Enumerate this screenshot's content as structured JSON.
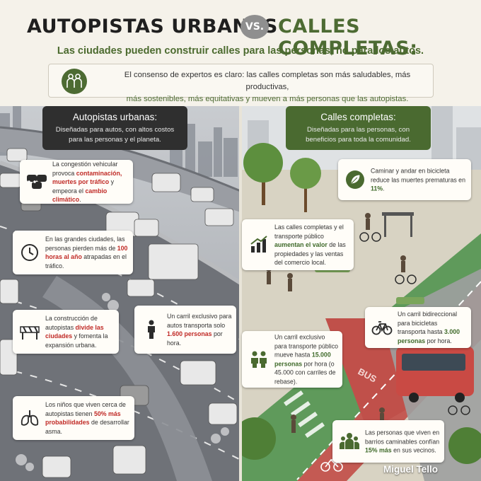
{
  "header": {
    "title_left": "AUTOPISTAS URBANAS",
    "vs": "VS.",
    "title_right": "CALLES COMPLETAS:",
    "subtitle": "Las ciudades pueden construir calles para las personas, no para los autos.",
    "consensus_icon": "people-icon",
    "consensus_text_1": "El consenso de expertos es claro: las calles completas son más saludables, más productivas,",
    "consensus_text_2": "más sostenibles, más equitativas y mueven a más personas que las autopistas."
  },
  "left": {
    "title": "Autopistas urbanas:",
    "body": "Diseñadas para autos, con altos costos para las personas y el planeta.",
    "callouts": [
      {
        "icon": "traffic-cars-icon",
        "parts": [
          "La congestión vehicular provoca ",
          "contaminación, muertes por tráfico",
          " y empeora el ",
          "cambio climático",
          "."
        ]
      },
      {
        "icon": "clock-icon",
        "parts": [
          "En las grandes ciudades, las personas pierden más de ",
          "100 horas al año",
          " atrapadas en el tráfico."
        ]
      },
      {
        "icon": "barrier-icon",
        "parts": [
          "La construcción de autopistas ",
          "divide las ciudades",
          " y fomenta la expansión urbana."
        ]
      },
      {
        "icon": "person-icon",
        "parts": [
          "Un carril exclusivo para autos transporta solo ",
          "1.600 personas",
          " por hora."
        ]
      },
      {
        "icon": "lungs-icon",
        "parts": [
          "Los niños que viven cerca de autopistas tienen ",
          "50% más probabilidades",
          " de desarrollar asma."
        ]
      }
    ]
  },
  "right": {
    "title": "Calles completas:",
    "body": "Diseñadas para las personas, con beneficios para toda la comunidad.",
    "callouts": [
      {
        "icon": "leaf-icon",
        "parts": [
          "Caminar y andar en bicicleta reduce las muertes prematuras en ",
          "11%",
          "."
        ]
      },
      {
        "icon": "growth-chart-icon",
        "parts": [
          "Las calles completas y el transporte público ",
          "aumentan el valor",
          " de las propiedades y las ventas del comercio local."
        ]
      },
      {
        "icon": "bicycle-icon",
        "parts": [
          "Un carril bidireccional para bicicletas transporta hasta ",
          "3.000 personas",
          " por hora."
        ]
      },
      {
        "icon": "group-icon",
        "parts": [
          "Un carril exclusivo para transporte público mueve hasta ",
          "15.000 personas",
          " por hora (o 45.000 con carriles de rebase)."
        ]
      },
      {
        "icon": "community-icon",
        "parts": [
          "Las personas que viven en barrios caminables confían ",
          "15% más",
          " en sus vecinos."
        ]
      }
    ]
  },
  "scene": {
    "bus_lane_label": "BUS"
  },
  "signature": "Miguel Tello"
}
